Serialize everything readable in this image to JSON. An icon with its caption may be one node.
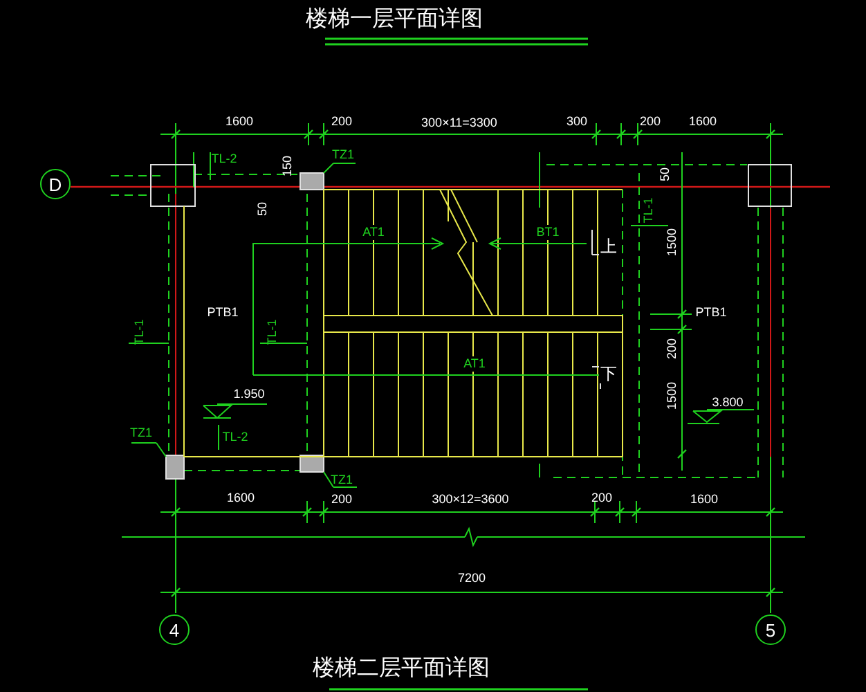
{
  "diagram": {
    "title": "楼梯一层平面详图",
    "caption": "楼梯二层平面详图",
    "nodes": [
      {
        "text": [
          "D"
        ]
      },
      {
        "text": [
          "4"
        ]
      },
      {
        "text": [
          "5"
        ]
      }
    ],
    "edges": [],
    "labels": [
      "1600",
      "200",
      "300×11=3300",
      "300",
      "200",
      "1600",
      "150",
      "TL-2",
      "TZ1",
      "50",
      "50",
      "AT1",
      "BT1",
      "TL-1",
      "1500",
      "上",
      "PTB1",
      "TL-1",
      "TL-1",
      "PTB1",
      "200",
      "AT1",
      "下",
      "1500",
      "1.950",
      "3.800",
      "TZ1",
      "TL-2",
      "TZ1",
      "1600",
      "200",
      "300×12=3600",
      "200",
      "1600",
      "7200"
    ]
  }
}
